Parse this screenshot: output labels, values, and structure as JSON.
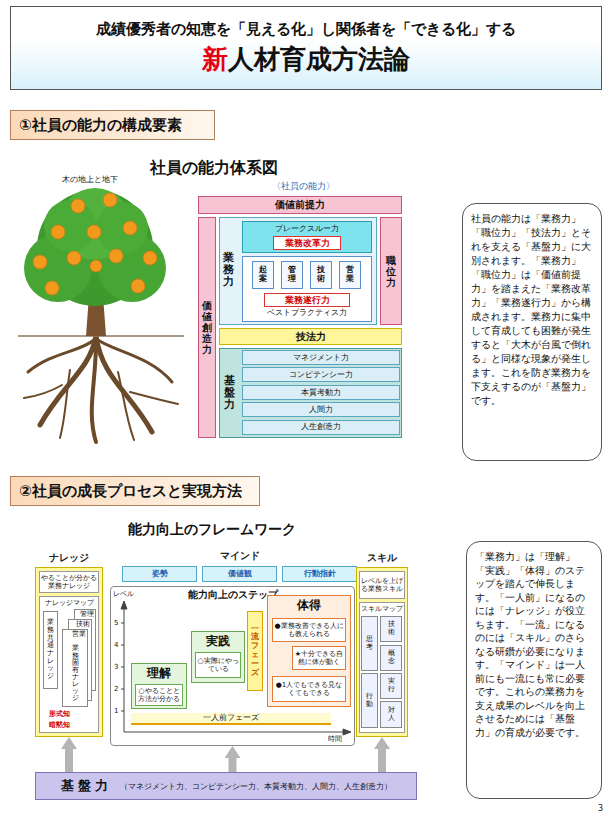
{
  "diagram": {
    "nodes": [
      {
        "text": [
          "成績優秀者の知恵を「見える化」し関係者を「できる化」する",
          "新",
          "人材育成方法論"
        ]
      },
      {
        "text": [
          "①社員の能力の構成要素"
        ]
      },
      {
        "text": [
          "価値前提力"
        ]
      },
      {
        "text": [
          "価値創造力"
        ]
      },
      {
        "text": [
          "業務力"
        ]
      },
      {
        "text": [
          "ブレークスルー力"
        ],
        "in": 4
      },
      {
        "text": [
          "業務改革力"
        ],
        "in": 5
      },
      {
        "text": [
          "ベストプラクティス力"
        ],
        "in": 4
      },
      {
        "text": [
          "起案"
        ],
        "in": 7
      },
      {
        "text": [
          "管理"
        ],
        "in": 7
      },
      {
        "text": [
          "技術"
        ],
        "in": 7
      },
      {
        "text": [
          "営業"
        ],
        "in": 7
      },
      {
        "text": [
          "業務遂行力"
        ],
        "in": 7
      },
      {
        "text": [
          "職位力"
        ]
      },
      {
        "text": [
          "技法力"
        ]
      },
      {
        "text": [
          "基盤力"
        ]
      },
      {
        "text": [
          "マネジメント力"
        ],
        "in": 15
      },
      {
        "text": [
          "コンピテンシー力"
        ],
        "in": 15
      },
      {
        "text": [
          "本質考動力"
        ],
        "in": 15
      },
      {
        "text": [
          "人間力"
        ],
        "in": 15
      },
      {
        "text": [
          "人生創造力"
        ],
        "in": 15
      },
      {
        "text": [
          "社員の能力は「業務力」「職位力」「技法力」とそれを支える「基盤力」に大別されます。「業務力」「職位力」は「価値前提力」を踏まえた「業務改革力」「業務遂行力」から構成されます。業務力に集中して育成しても困難が発生すると「大木が台風で倒れる」と同様な現象が発生します。これを防ぎ業務力を下支えするのが「基盤力」です。"
        ]
      },
      {
        "text": [
          "②社員の成長プロセスと実現方法"
        ]
      },
      {
        "text": [
          "ナレッジ"
        ]
      },
      {
        "text": [
          "やることが分かる業務ナレッジ"
        ],
        "in": 23
      },
      {
        "text": [
          "ナレッジマップ"
        ],
        "in": 23
      },
      {
        "text": [
          "管理"
        ],
        "in": 25
      },
      {
        "text": [
          "技術"
        ],
        "in": 25
      },
      {
        "text": [
          "営業"
        ],
        "in": 25
      },
      {
        "text": [
          "業務固有ナレッジ"
        ],
        "in": 28
      },
      {
        "text": [
          "業務共通ナレッジ"
        ],
        "in": 25
      },
      {
        "text": [
          "形式知"
        ],
        "in": 25
      },
      {
        "text": [
          "暗黙知"
        ],
        "in": 25
      },
      {
        "text": [
          "マインド"
        ]
      },
      {
        "text": [
          "姿勢"
        ],
        "in": 33
      },
      {
        "text": [
          "価値観"
        ],
        "in": 33
      },
      {
        "text": [
          "行動指針"
        ],
        "in": 33
      },
      {
        "text": [
          "能力向上のステップ"
        ]
      },
      {
        "text": [
          "理解"
        ],
        "in": 37
      },
      {
        "text": [
          "○やることと方法が分かる"
        ],
        "in": 38
      },
      {
        "text": [
          "実践"
        ],
        "in": 37
      },
      {
        "text": [
          "○実際にやっている"
        ],
        "in": 40
      },
      {
        "text": [
          "体得"
        ],
        "in": 37
      },
      {
        "text": [
          "●業務改善できる人にも教えられる"
        ],
        "in": 42
      },
      {
        "text": [
          "★十分できる自然に体が動く"
        ],
        "in": 42
      },
      {
        "text": [
          "●1人でもできる見なくてもできる"
        ],
        "in": 42
      },
      {
        "text": [
          "一流フェーズ"
        ],
        "in": 37
      },
      {
        "text": [
          "一人前フェーズ"
        ],
        "in": 37
      },
      {
        "text": [
          "スキル"
        ]
      },
      {
        "text": [
          "レベルを上げる業務スキル"
        ],
        "in": 48
      },
      {
        "text": [
          "スキルマップ"
        ],
        "in": 48
      },
      {
        "text": [
          "思考"
        ],
        "in": 50
      },
      {
        "text": [
          "行動"
        ],
        "in": 50
      },
      {
        "text": [
          "技術"
        ],
        "in": 50
      },
      {
        "text": [
          "概念"
        ],
        "in": 50
      },
      {
        "text": [
          "実行"
        ],
        "in": 50
      },
      {
        "text": [
          "対人"
        ],
        "in": 50
      },
      {
        "text": [
          "基盤力",
          "（マネジメント力、コンピテンシー力、本質考動力、人間力、人生創造力）"
        ]
      },
      {
        "text": [
          "「業務力」は「理解」「実践」「体得」のステップを踏んで伸長します。「一人前」になるのには「ナレッジ」が役立ちます。「一流」になるのには「スキル」のさらなる研鑽が必要になります。「マインド」は一人前にも一流にも常に必要です。これらの業務力を支え成果のレベルを向上させるためには「基盤力」の育成が必要です。"
        ]
      }
    ],
    "edges": [
      {
        "from": 57,
        "to": 23,
        "arrow": "to"
      },
      {
        "from": 57,
        "to": 37,
        "arrow": "to"
      },
      {
        "from": 57,
        "to": 48,
        "arrow": "to"
      }
    ],
    "labels": [
      "社員の能力体系図",
      "木の地上と地下",
      "〈社員の能力〉",
      "能力向上のフレームワーク",
      "レベル",
      "5",
      "4",
      "3",
      "2",
      "1",
      "時間",
      "3"
    ]
  }
}
